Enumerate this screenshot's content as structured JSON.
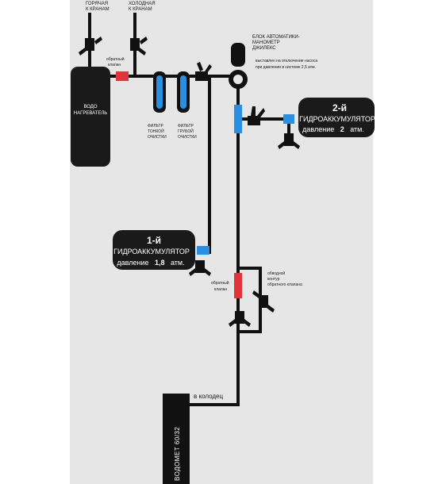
{
  "labels": {
    "hot_taps": [
      "ГОРЯЧАЯ",
      "К КРАНАМ"
    ],
    "cold_taps": [
      "ХОЛОДНАЯ",
      "К КРАНАМ"
    ],
    "check_valve_top": [
      "обратный",
      "клапан"
    ],
    "heater": [
      "ВОДО",
      "НАГРЕВАТЕЛЬ"
    ],
    "filter_fine": [
      "ФИЛЬТР",
      "ТОНКОЙ",
      "ОЧИСТКИ"
    ],
    "filter_coarse": [
      "ФИЛЬТР",
      "ГРУБОЙ",
      "ОЧИСТКИ"
    ],
    "automation": [
      "БЛОК АВТОМАТИКИ-",
      "МАНОМЕТР",
      "ДЖИЛЕКС"
    ],
    "automation_note": [
      "выставлен на отключение насоса",
      "при давлении в системе 2,5 атм."
    ],
    "check_valve_bottom": [
      "обратный",
      "клапан"
    ],
    "bypass": [
      "обводной",
      "контур",
      "обратного клапана"
    ],
    "well": "в колодец",
    "pump": "ВОДОМЕТ 60/32"
  },
  "accumulator_2": {
    "number": "2-й",
    "name": "ГИДРОАККУМУЛЯТОР",
    "pressure_prefix": "давление",
    "pressure_value": "2",
    "pressure_unit": "атм."
  },
  "accumulator_1": {
    "number": "1-й",
    "name": "ГИДРОАККУМУЛЯТОР",
    "pressure_prefix": "давление",
    "pressure_value": "1,8",
    "pressure_unit": "атм."
  },
  "colors": {
    "background": "#e6e6e6",
    "pipe": "#111111",
    "check_valve": "#e0333a",
    "filter_blue": "#2a8fe0",
    "fitting_blue": "#2a8fe0"
  }
}
